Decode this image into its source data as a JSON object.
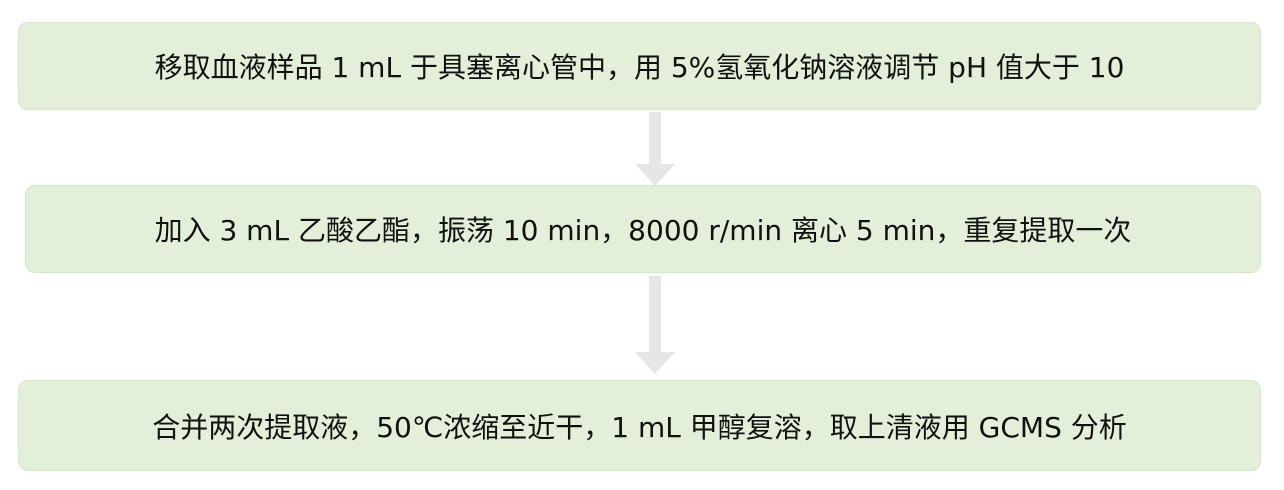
{
  "steps": [
    {
      "text": "移取血液样品 1 mL 于具塞离心管中，用 5%氢氧化钠溶液调节 pH 值大于 10"
    },
    {
      "text": "加入 3 mL 乙酸乙酯，振荡 10 min，8000 r/min 离心 5 min，重复提取一次"
    },
    {
      "text": "合并两次提取液，50℃浓缩至近干，1 mL 甲醇复溶，取上清液用 GCMS 分析"
    }
  ],
  "colors": {
    "box_fill": "#e3efd8",
    "box_border": "#d6e6c8",
    "arrow": "#e6e6e6",
    "text": "#111111"
  }
}
